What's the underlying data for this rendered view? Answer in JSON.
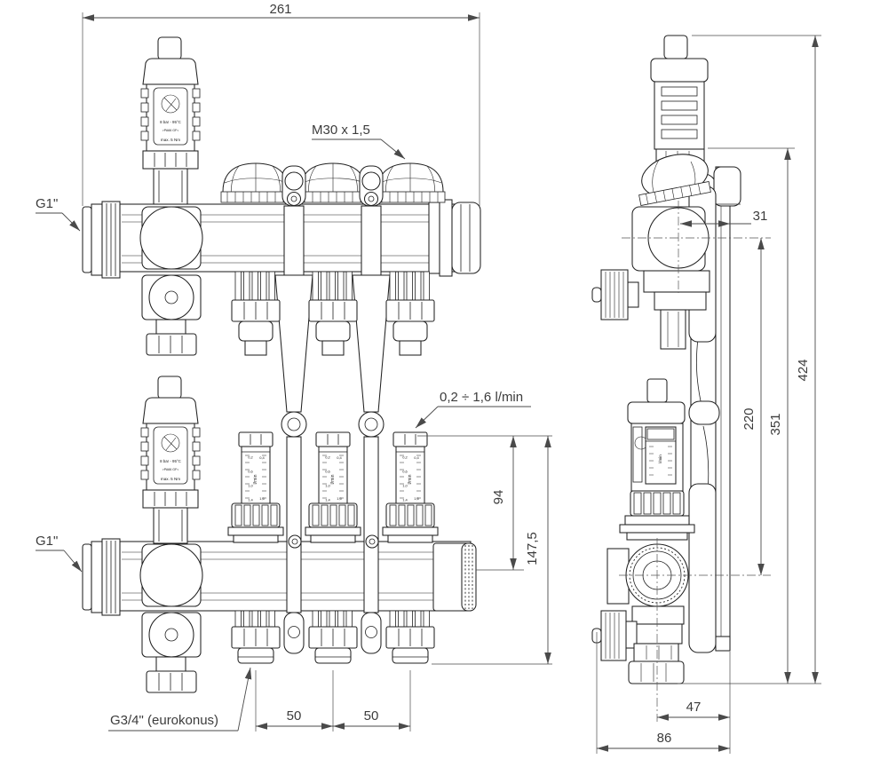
{
  "drawing": {
    "type": "technical-dimension-drawing",
    "subject": "3-loop underfloor heating manifold with flow meters, front and side views",
    "colors": {
      "background": "#ffffff",
      "line": "#222222",
      "dimension": "#3c3c3c"
    }
  },
  "front_view": {
    "dims": {
      "overall_width": "261",
      "valve_connection": "M30 x 1,5",
      "main_connection_supply": "G1\"",
      "main_connection_return": "G1\"",
      "flow_range": "0,2 ÷ 1,6 l/min",
      "height_flowmeter": "94",
      "height_total": "147,5",
      "outlet_thread": "G3/4\" (eurokonus)",
      "outlet_pitch_1": "50",
      "outlet_pitch_2": "50"
    },
    "air_vent_label": {
      "line1": "8 bar - 95°C",
      "line2": ">PA66 GF<",
      "line3": "max. 5 Nm"
    },
    "flowmeter_scale": {
      "unit": "l/min",
      "left_labels": [
        "0,2",
        "0,6",
        "1,0",
        "1,4"
      ],
      "right_top": "0,4",
      "right_bottom": "1,6"
    }
  },
  "side_view": {
    "dims": {
      "axis_to_bracket": "31",
      "axis_spacing": "220",
      "height_body": "351",
      "height_overall": "424",
      "axis_to_back": "47",
      "depth_overall": "86"
    }
  }
}
